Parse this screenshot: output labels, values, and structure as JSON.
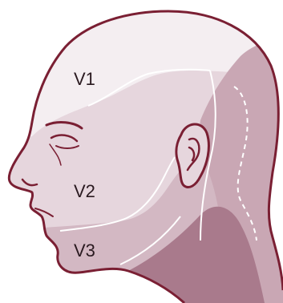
{
  "diagram": {
    "labels": {
      "v1": "V1",
      "v2": "V2",
      "v3": "V3"
    },
    "colors": {
      "outline": "#7a1f33",
      "v1_fill": "#f4eef1",
      "v2_fill": "#e6d6dd",
      "v3_fill": "#d3b8c3",
      "back_fill": "#c9a7b4",
      "neck_fill": "#a97a8c",
      "boundary_line": "#ffffff",
      "label_text": "#2a1a20"
    }
  }
}
